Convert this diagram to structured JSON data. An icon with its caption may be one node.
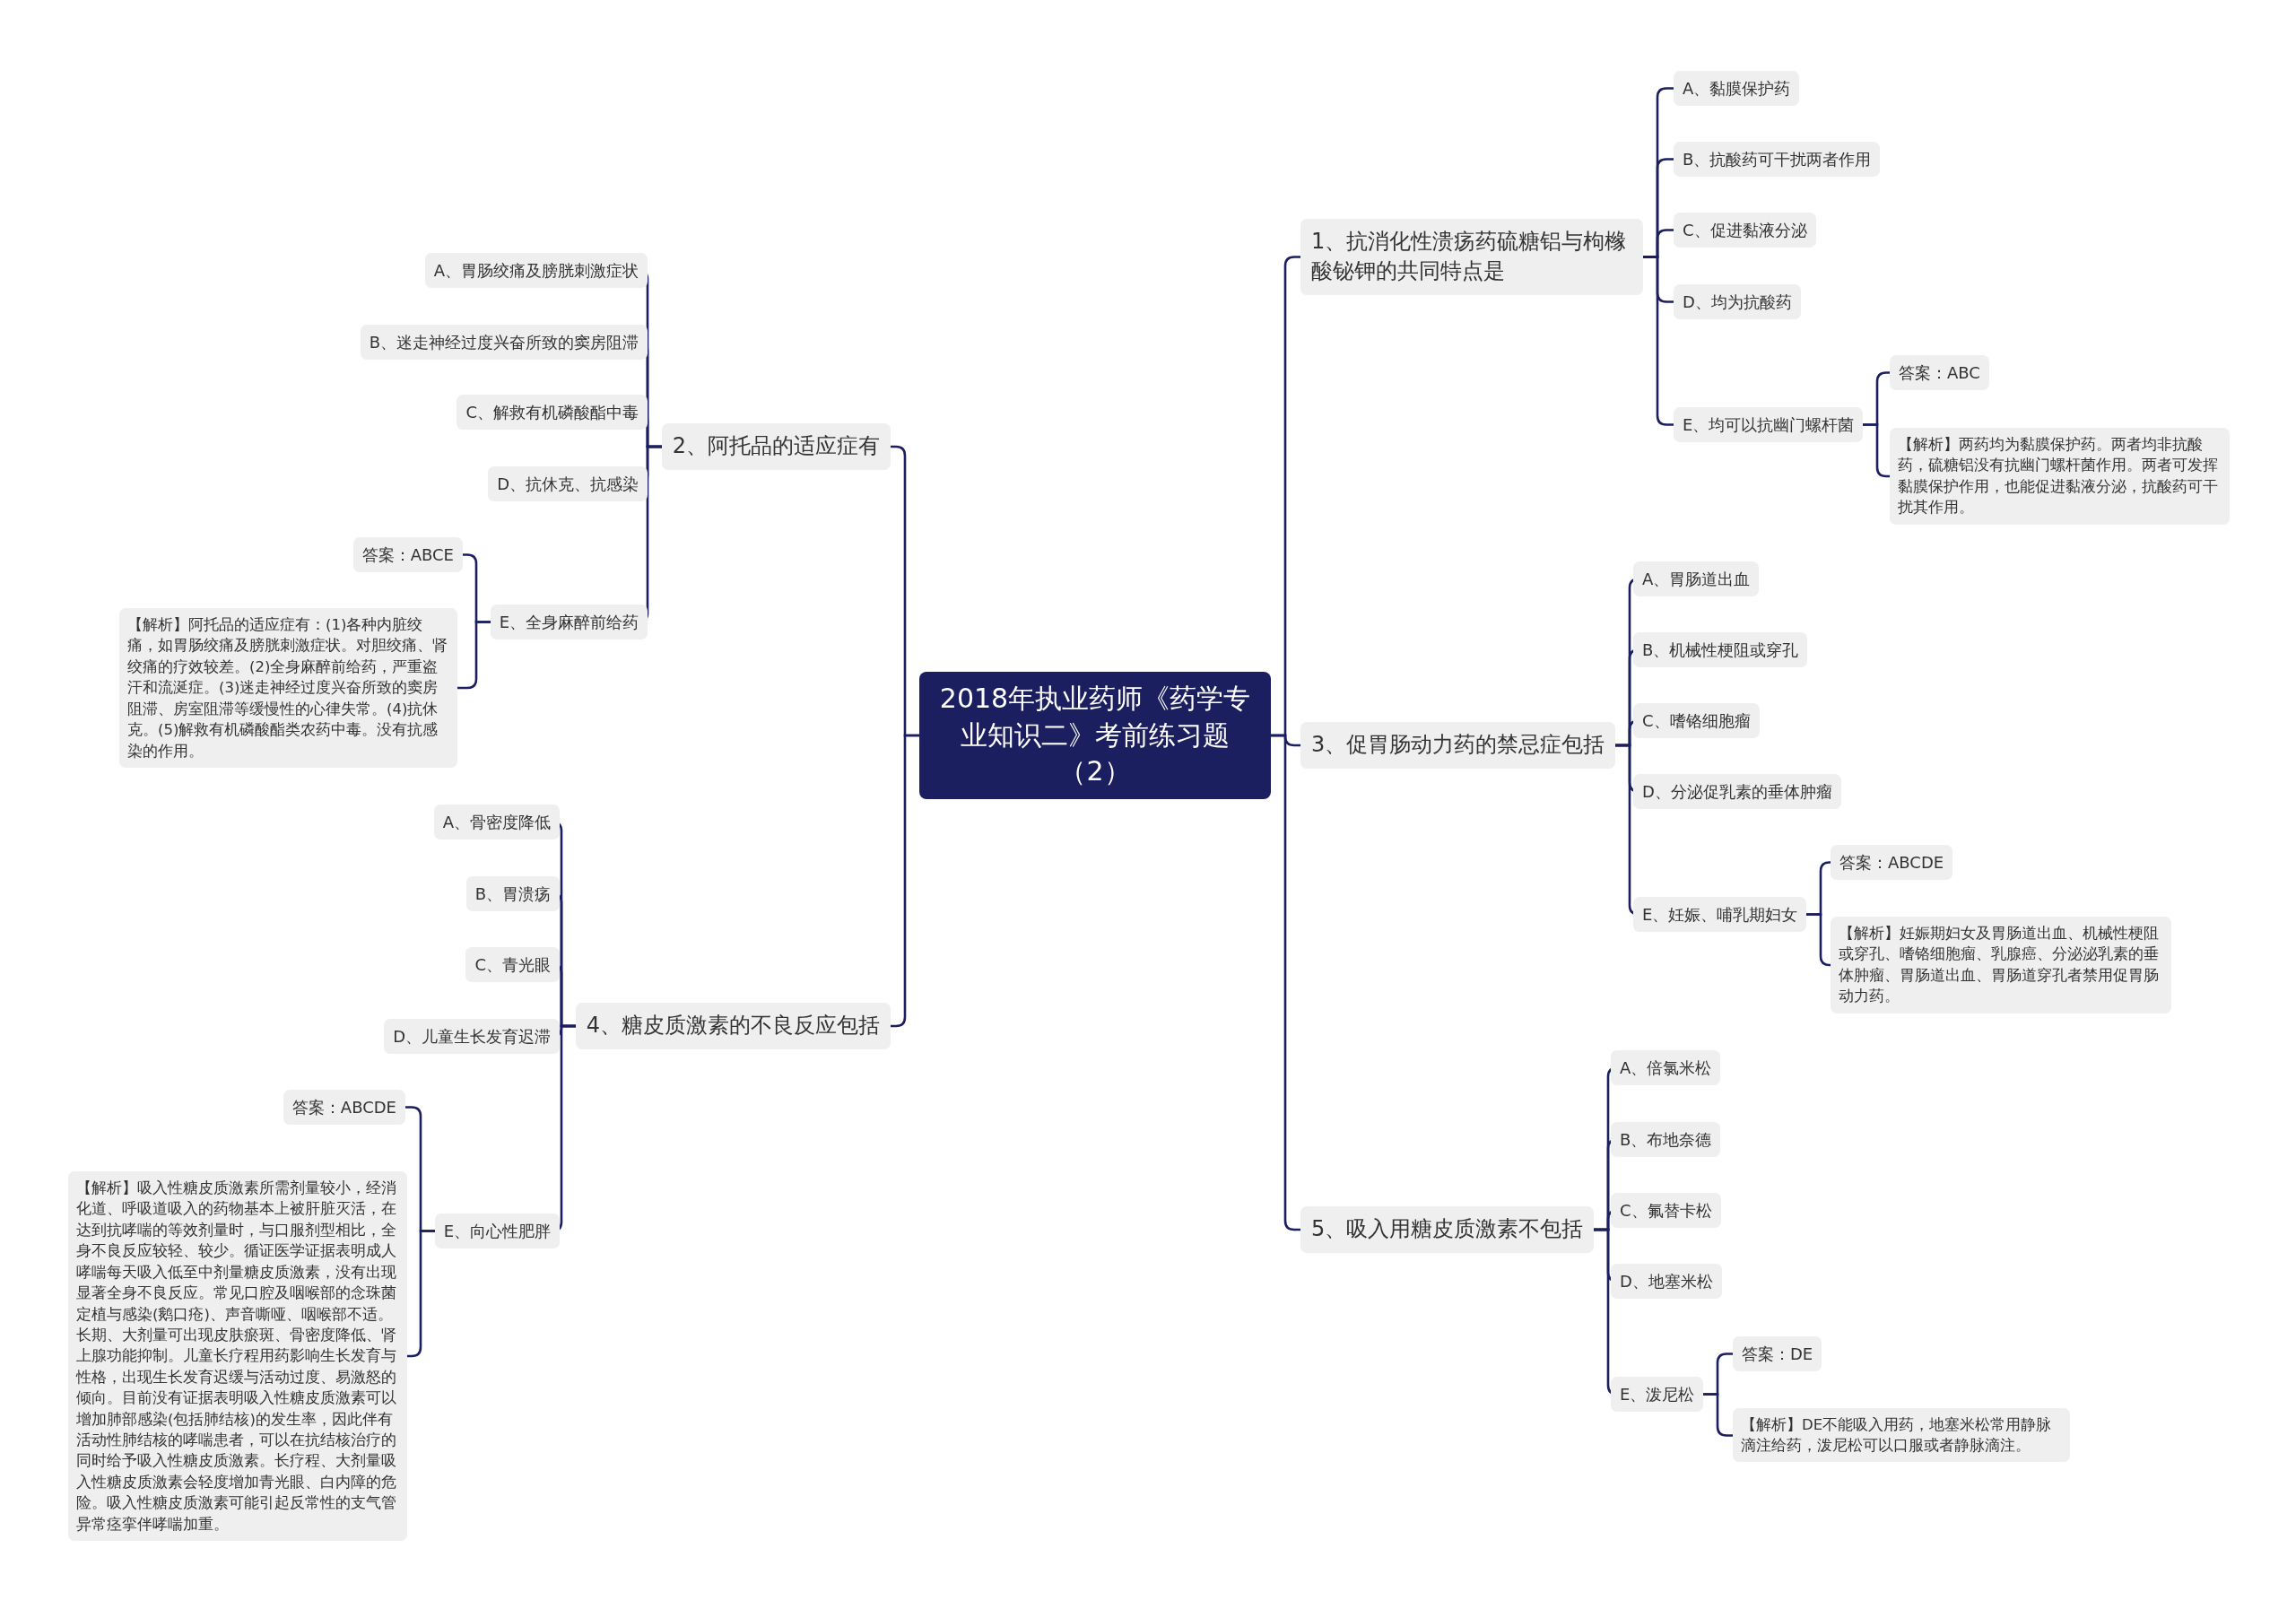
{
  "diagram": {
    "nodes": [
      {
        "text": [
          "2018年执业药师《药学专业知识二》考前练习题（2）"
        ]
      },
      {
        "text": [
          "1、抗消化性溃疡药硫糖铝与枸橼酸铋钾的共同特点是"
        ]
      },
      {
        "text": [
          "A、黏膜保护药"
        ]
      },
      {
        "text": [
          "B、抗酸药可干扰两者作用"
        ]
      },
      {
        "text": [
          "C、促进黏液分泌"
        ]
      },
      {
        "text": [
          "D、均为抗酸药"
        ]
      },
      {
        "text": [
          "E、均可以抗幽门螺杆菌"
        ]
      },
      {
        "text": [
          "答案：ABC"
        ]
      },
      {
        "text": [
          "【解析】两药均为黏膜保护药。两者均非抗酸药，硫糖铝没有抗幽门螺杆菌作用。两者可发挥黏膜保护作用，也能促进黏液分泌，抗酸药可干扰其作用。"
        ]
      },
      {
        "text": [
          "2、阿托品的适应症有"
        ]
      },
      {
        "text": [
          "A、胃肠绞痛及膀胱刺激症状"
        ]
      },
      {
        "text": [
          "B、迷走神经过度兴奋所致的窦房阻滞"
        ]
      },
      {
        "text": [
          "C、解救有机磷酸酯中毒"
        ]
      },
      {
        "text": [
          "D、抗休克、抗感染"
        ]
      },
      {
        "text": [
          "E、全身麻醉前给药"
        ]
      },
      {
        "text": [
          "答案：ABCE"
        ]
      },
      {
        "text": [
          "【解析】阿托品的适应症有：(1)各种内脏绞痛，如胃肠绞痛及膀胱刺激症状。对胆绞痛、肾绞痛的疗效较差。(2)全身麻醉前给药，严重盗汗和流涎症。(3)迷走神经过度兴奋所致的窦房阻滞、房室阻滞等缓慢性的心律失常。(4)抗休克。(5)解救有机磷酸酯类农药中毒。没有抗感染的作用。"
        ]
      },
      {
        "text": [
          "3、促胃肠动力药的禁忌症包括"
        ]
      },
      {
        "text": [
          "A、胃肠道出血"
        ]
      },
      {
        "text": [
          "B、机械性梗阻或穿孔"
        ]
      },
      {
        "text": [
          "C、嗜铬细胞瘤"
        ]
      },
      {
        "text": [
          "D、分泌促乳素的垂体肿瘤"
        ]
      },
      {
        "text": [
          "E、妊娠、哺乳期妇女"
        ]
      },
      {
        "text": [
          "答案：ABCDE"
        ]
      },
      {
        "text": [
          "【解析】妊娠期妇女及胃肠道出血、机械性梗阻或穿孔、嗜铬细胞瘤、乳腺癌、分泌泌乳素的垂体肿瘤、胃肠道出血、胃肠道穿孔者禁用促胃肠动力药。"
        ]
      },
      {
        "text": [
          "4、糖皮质激素的不良反应包括"
        ]
      },
      {
        "text": [
          "A、骨密度降低"
        ]
      },
      {
        "text": [
          "B、胃溃疡"
        ]
      },
      {
        "text": [
          "C、青光眼"
        ]
      },
      {
        "text": [
          "D、儿童生长发育迟滞"
        ]
      },
      {
        "text": [
          "E、向心性肥胖"
        ]
      },
      {
        "text": [
          "答案：ABCDE"
        ]
      },
      {
        "text": [
          "【解析】吸入性糖皮质激素所需剂量较小，经消化道、呼吸道吸入的药物基本上被肝脏灭活，在达到抗哮喘的等效剂量时，与口服剂型相比，全身不良反应较轻、较少。循证医学证据表明成人哮喘每天吸入低至中剂量糖皮质激素，没有出现显著全身不良反应。常见口腔及咽喉部的念珠菌定植与感染(鹅口疮)、声音嘶哑、咽喉部不适。长期、大剂量可出现皮肤瘀斑、骨密度降低、肾上腺功能抑制。儿童长疗程用药影响生长发育与性格，出现生长发育迟缓与活动过度、易激怒的倾向。目前没有证据表明吸入性糖皮质激素可以增加肺部感染(包括肺结核)的发生率，因此伴有活动性肺结核的哮喘患者，可以在抗结核治疗的同时给予吸入性糖皮质激素。长疗程、大剂量吸入性糖皮质激素会轻度增加青光眼、白内障的危险。吸入性糖皮质激素可能引起反常性的支气管异常痉挛伴哮喘加重。"
        ]
      },
      {
        "text": [
          "5、吸入用糖皮质激素不包括"
        ]
      },
      {
        "text": [
          "A、倍氯米松"
        ]
      },
      {
        "text": [
          "B、布地奈德"
        ]
      },
      {
        "text": [
          "C、氟替卡松"
        ]
      },
      {
        "text": [
          "D、地塞米松"
        ]
      },
      {
        "text": [
          "E、泼尼松"
        ]
      },
      {
        "text": [
          "答案：DE"
        ]
      },
      {
        "text": [
          "【解析】DE不能吸入用药，地塞米松常用静脉滴注给药，泼尼松可以口服或者静脉滴注。"
        ]
      }
    ],
    "edges": [
      {
        "from": 0,
        "to": 1,
        "arrow": "none"
      },
      {
        "from": 1,
        "to": 2,
        "arrow": "none"
      },
      {
        "from": 1,
        "to": 3,
        "arrow": "none"
      },
      {
        "from": 1,
        "to": 4,
        "arrow": "none"
      },
      {
        "from": 1,
        "to": 5,
        "arrow": "none"
      },
      {
        "from": 1,
        "to": 6,
        "arrow": "none"
      },
      {
        "from": 6,
        "to": 7,
        "arrow": "none"
      },
      {
        "from": 6,
        "to": 8,
        "arrow": "none"
      },
      {
        "from": 0,
        "to": 9,
        "arrow": "none"
      },
      {
        "from": 9,
        "to": 10,
        "arrow": "none"
      },
      {
        "from": 9,
        "to": 11,
        "arrow": "none"
      },
      {
        "from": 9,
        "to": 12,
        "arrow": "none"
      },
      {
        "from": 9,
        "to": 13,
        "arrow": "none"
      },
      {
        "from": 9,
        "to": 14,
        "arrow": "none"
      },
      {
        "from": 14,
        "to": 15,
        "arrow": "none"
      },
      {
        "from": 14,
        "to": 16,
        "arrow": "none"
      },
      {
        "from": 0,
        "to": 17,
        "arrow": "none"
      },
      {
        "from": 17,
        "to": 18,
        "arrow": "none"
      },
      {
        "from": 17,
        "to": 19,
        "arrow": "none"
      },
      {
        "from": 17,
        "to": 20,
        "arrow": "none"
      },
      {
        "from": 17,
        "to": 21,
        "arrow": "none"
      },
      {
        "from": 17,
        "to": 22,
        "arrow": "none"
      },
      {
        "from": 22,
        "to": 23,
        "arrow": "none"
      },
      {
        "from": 22,
        "to": 24,
        "arrow": "none"
      },
      {
        "from": 0,
        "to": 25,
        "arrow": "none"
      },
      {
        "from": 25,
        "to": 26,
        "arrow": "none"
      },
      {
        "from": 25,
        "to": 27,
        "arrow": "none"
      },
      {
        "from": 25,
        "to": 28,
        "arrow": "none"
      },
      {
        "from": 25,
        "to": 29,
        "arrow": "none"
      },
      {
        "from": 25,
        "to": 30,
        "arrow": "none"
      },
      {
        "from": 30,
        "to": 31,
        "arrow": "none"
      },
      {
        "from": 30,
        "to": 32,
        "arrow": "none"
      },
      {
        "from": 0,
        "to": 33,
        "arrow": "none"
      },
      {
        "from": 33,
        "to": 34,
        "arrow": "none"
      },
      {
        "from": 33,
        "to": 35,
        "arrow": "none"
      },
      {
        "from": 33,
        "to": 36,
        "arrow": "none"
      },
      {
        "from": 33,
        "to": 37,
        "arrow": "none"
      },
      {
        "from": 33,
        "to": 38,
        "arrow": "none"
      },
      {
        "from": 38,
        "to": 39,
        "arrow": "none"
      },
      {
        "from": 38,
        "to": 40,
        "arrow": "none"
      }
    ]
  }
}
